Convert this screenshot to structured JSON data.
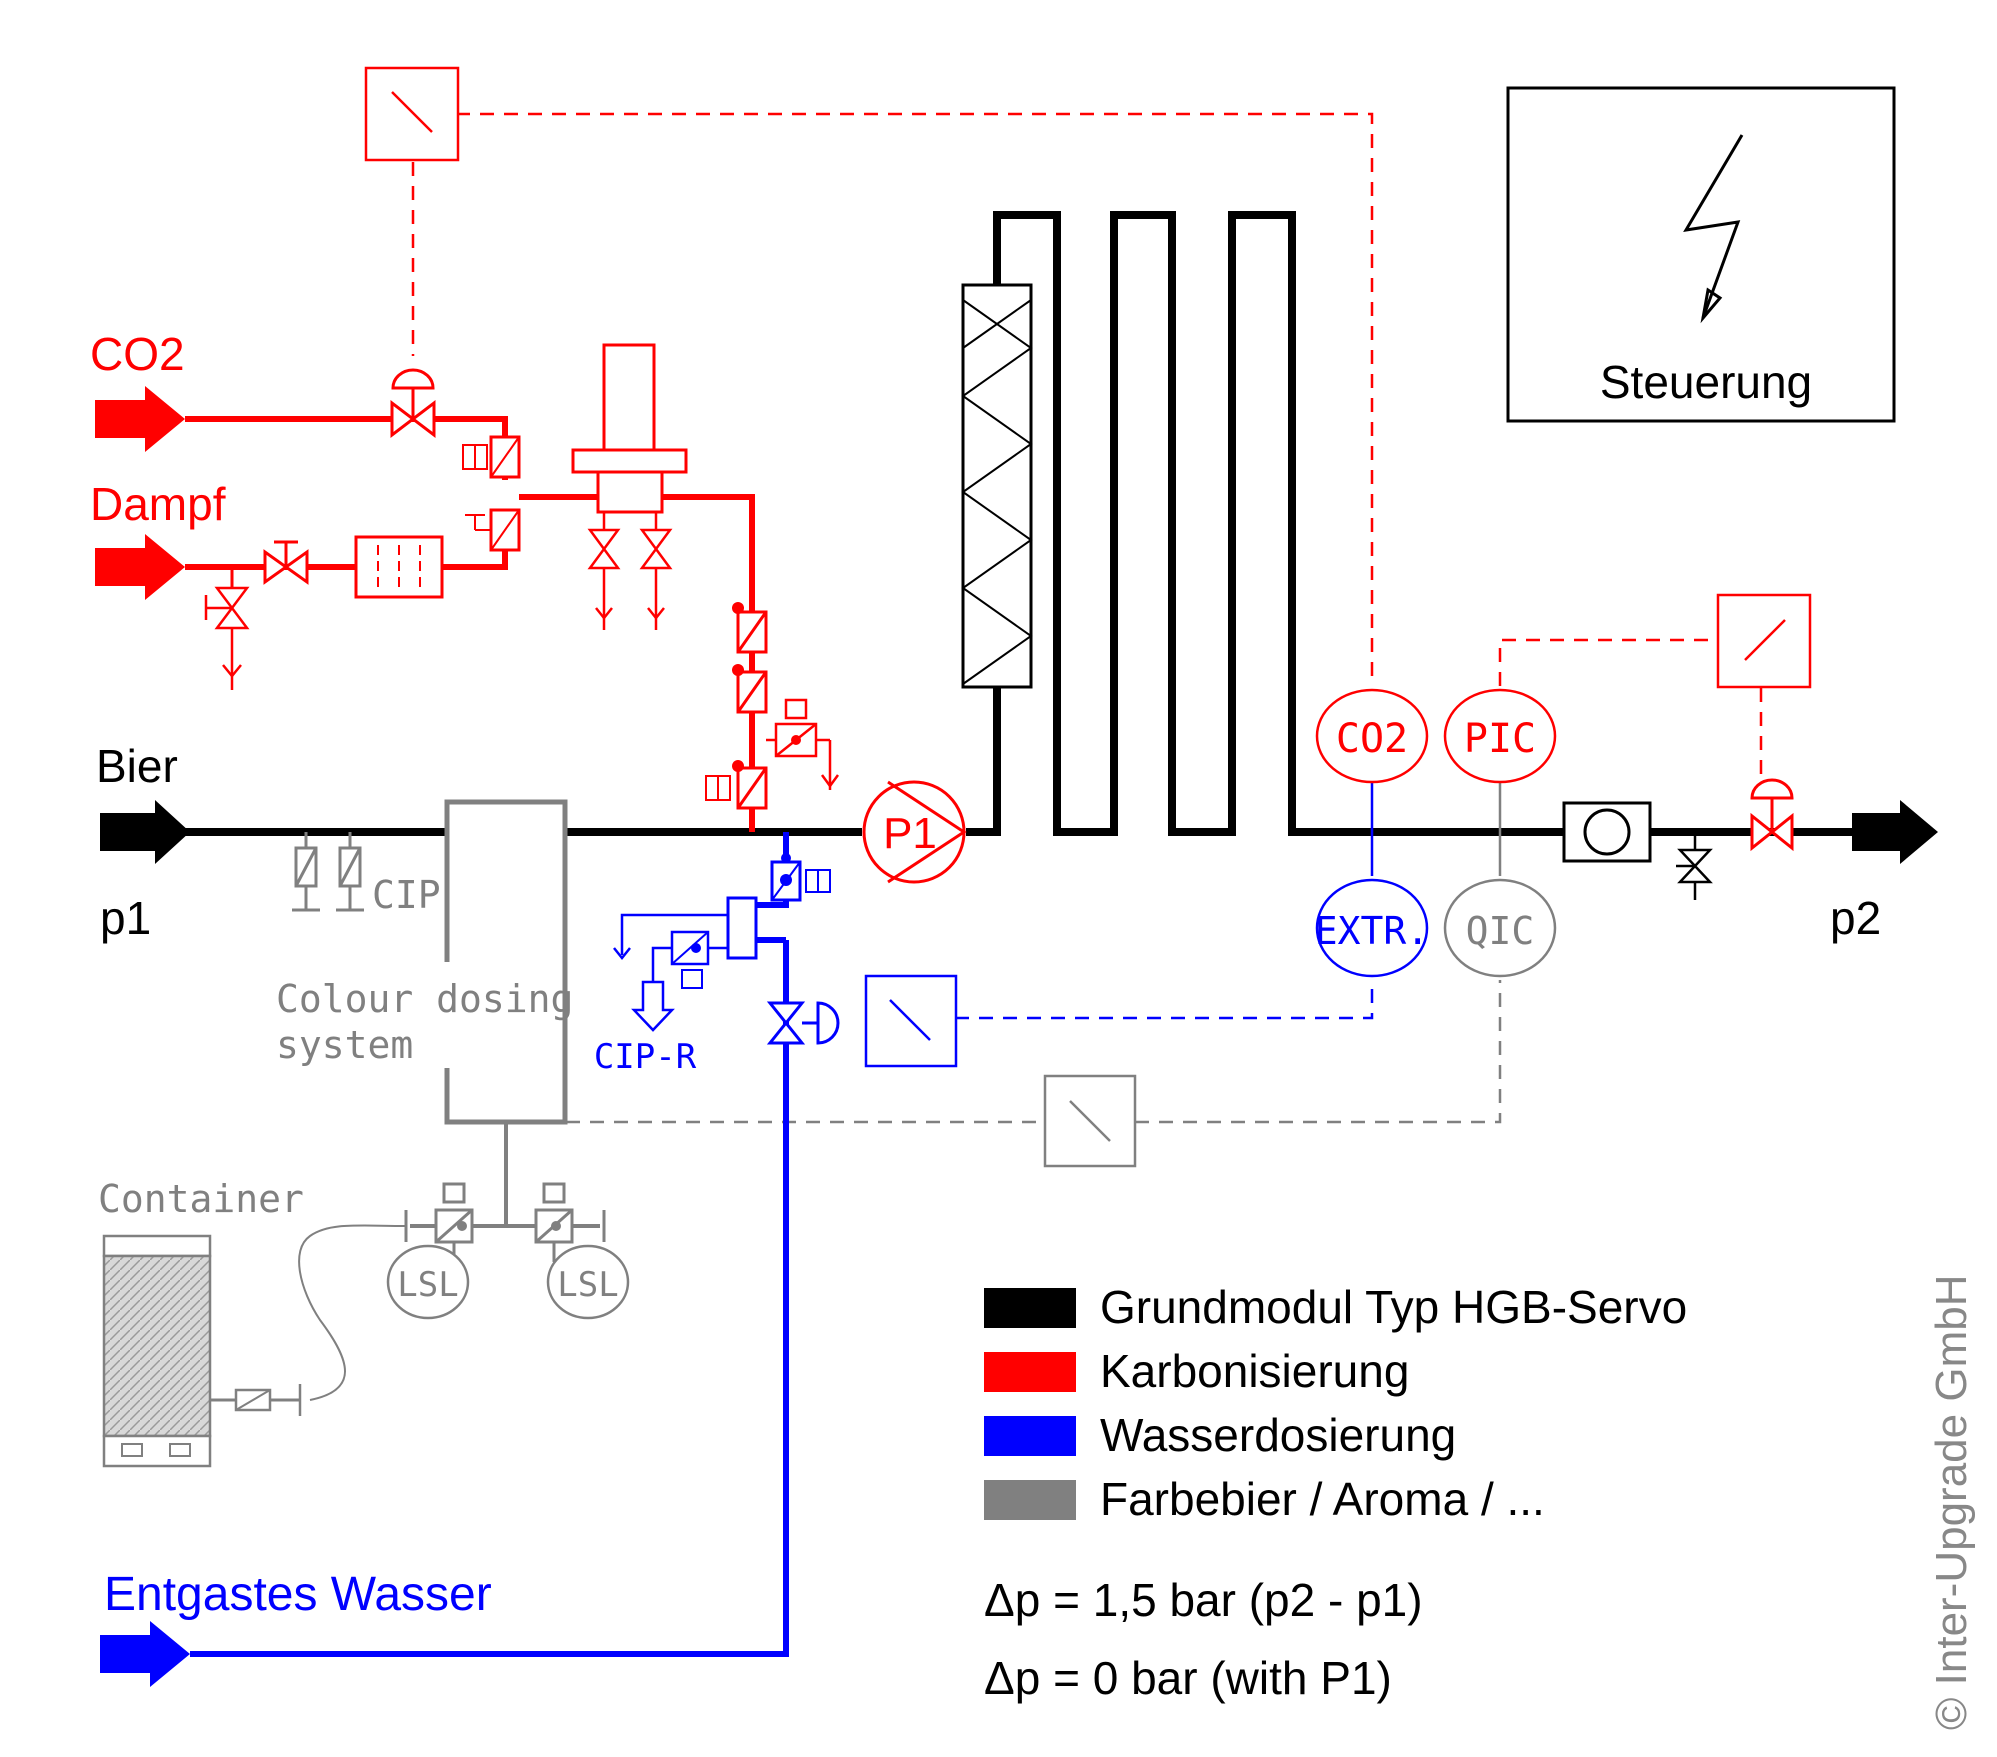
{
  "labels": {
    "co2_inlet": "CO2",
    "steam_inlet": "Dampf",
    "beer_inlet": "Bier",
    "p1": "p1",
    "p2": "p2",
    "water_inlet": "Entgastes Wasser",
    "pump": "P1",
    "control": "Steuerung",
    "cip": "CIP",
    "cip_r": "CIP-R",
    "colour_dosing_line1": "Colour dosing",
    "colour_dosing_line2": "system",
    "container": "Container",
    "co2_sensor": "CO2",
    "pic": "PIC",
    "extr": "EXTR.",
    "qic": "QIC",
    "lsl_left": "LSL",
    "lsl_right": "LSL",
    "copyright": "© Inter-Upgrade GmbH"
  },
  "legend": {
    "items": [
      {
        "label": "Grundmodul Typ HGB-Servo",
        "color": "#000000"
      },
      {
        "label": "Karbonisierung",
        "color": "#ff0000"
      },
      {
        "label": "Wasserdosierung",
        "color": "#0000ff"
      },
      {
        "label": "Farbebier / Aroma / ...",
        "color": "#808080"
      }
    ],
    "delta_p_1": "Δp = 1,5 bar (p2 - p1)",
    "delta_p_2": "Δp = 0 bar (with P1)"
  },
  "colors": {
    "base": "#000000",
    "carbonation": "#ff0000",
    "water": "#0000ff",
    "colour": "#808080"
  }
}
